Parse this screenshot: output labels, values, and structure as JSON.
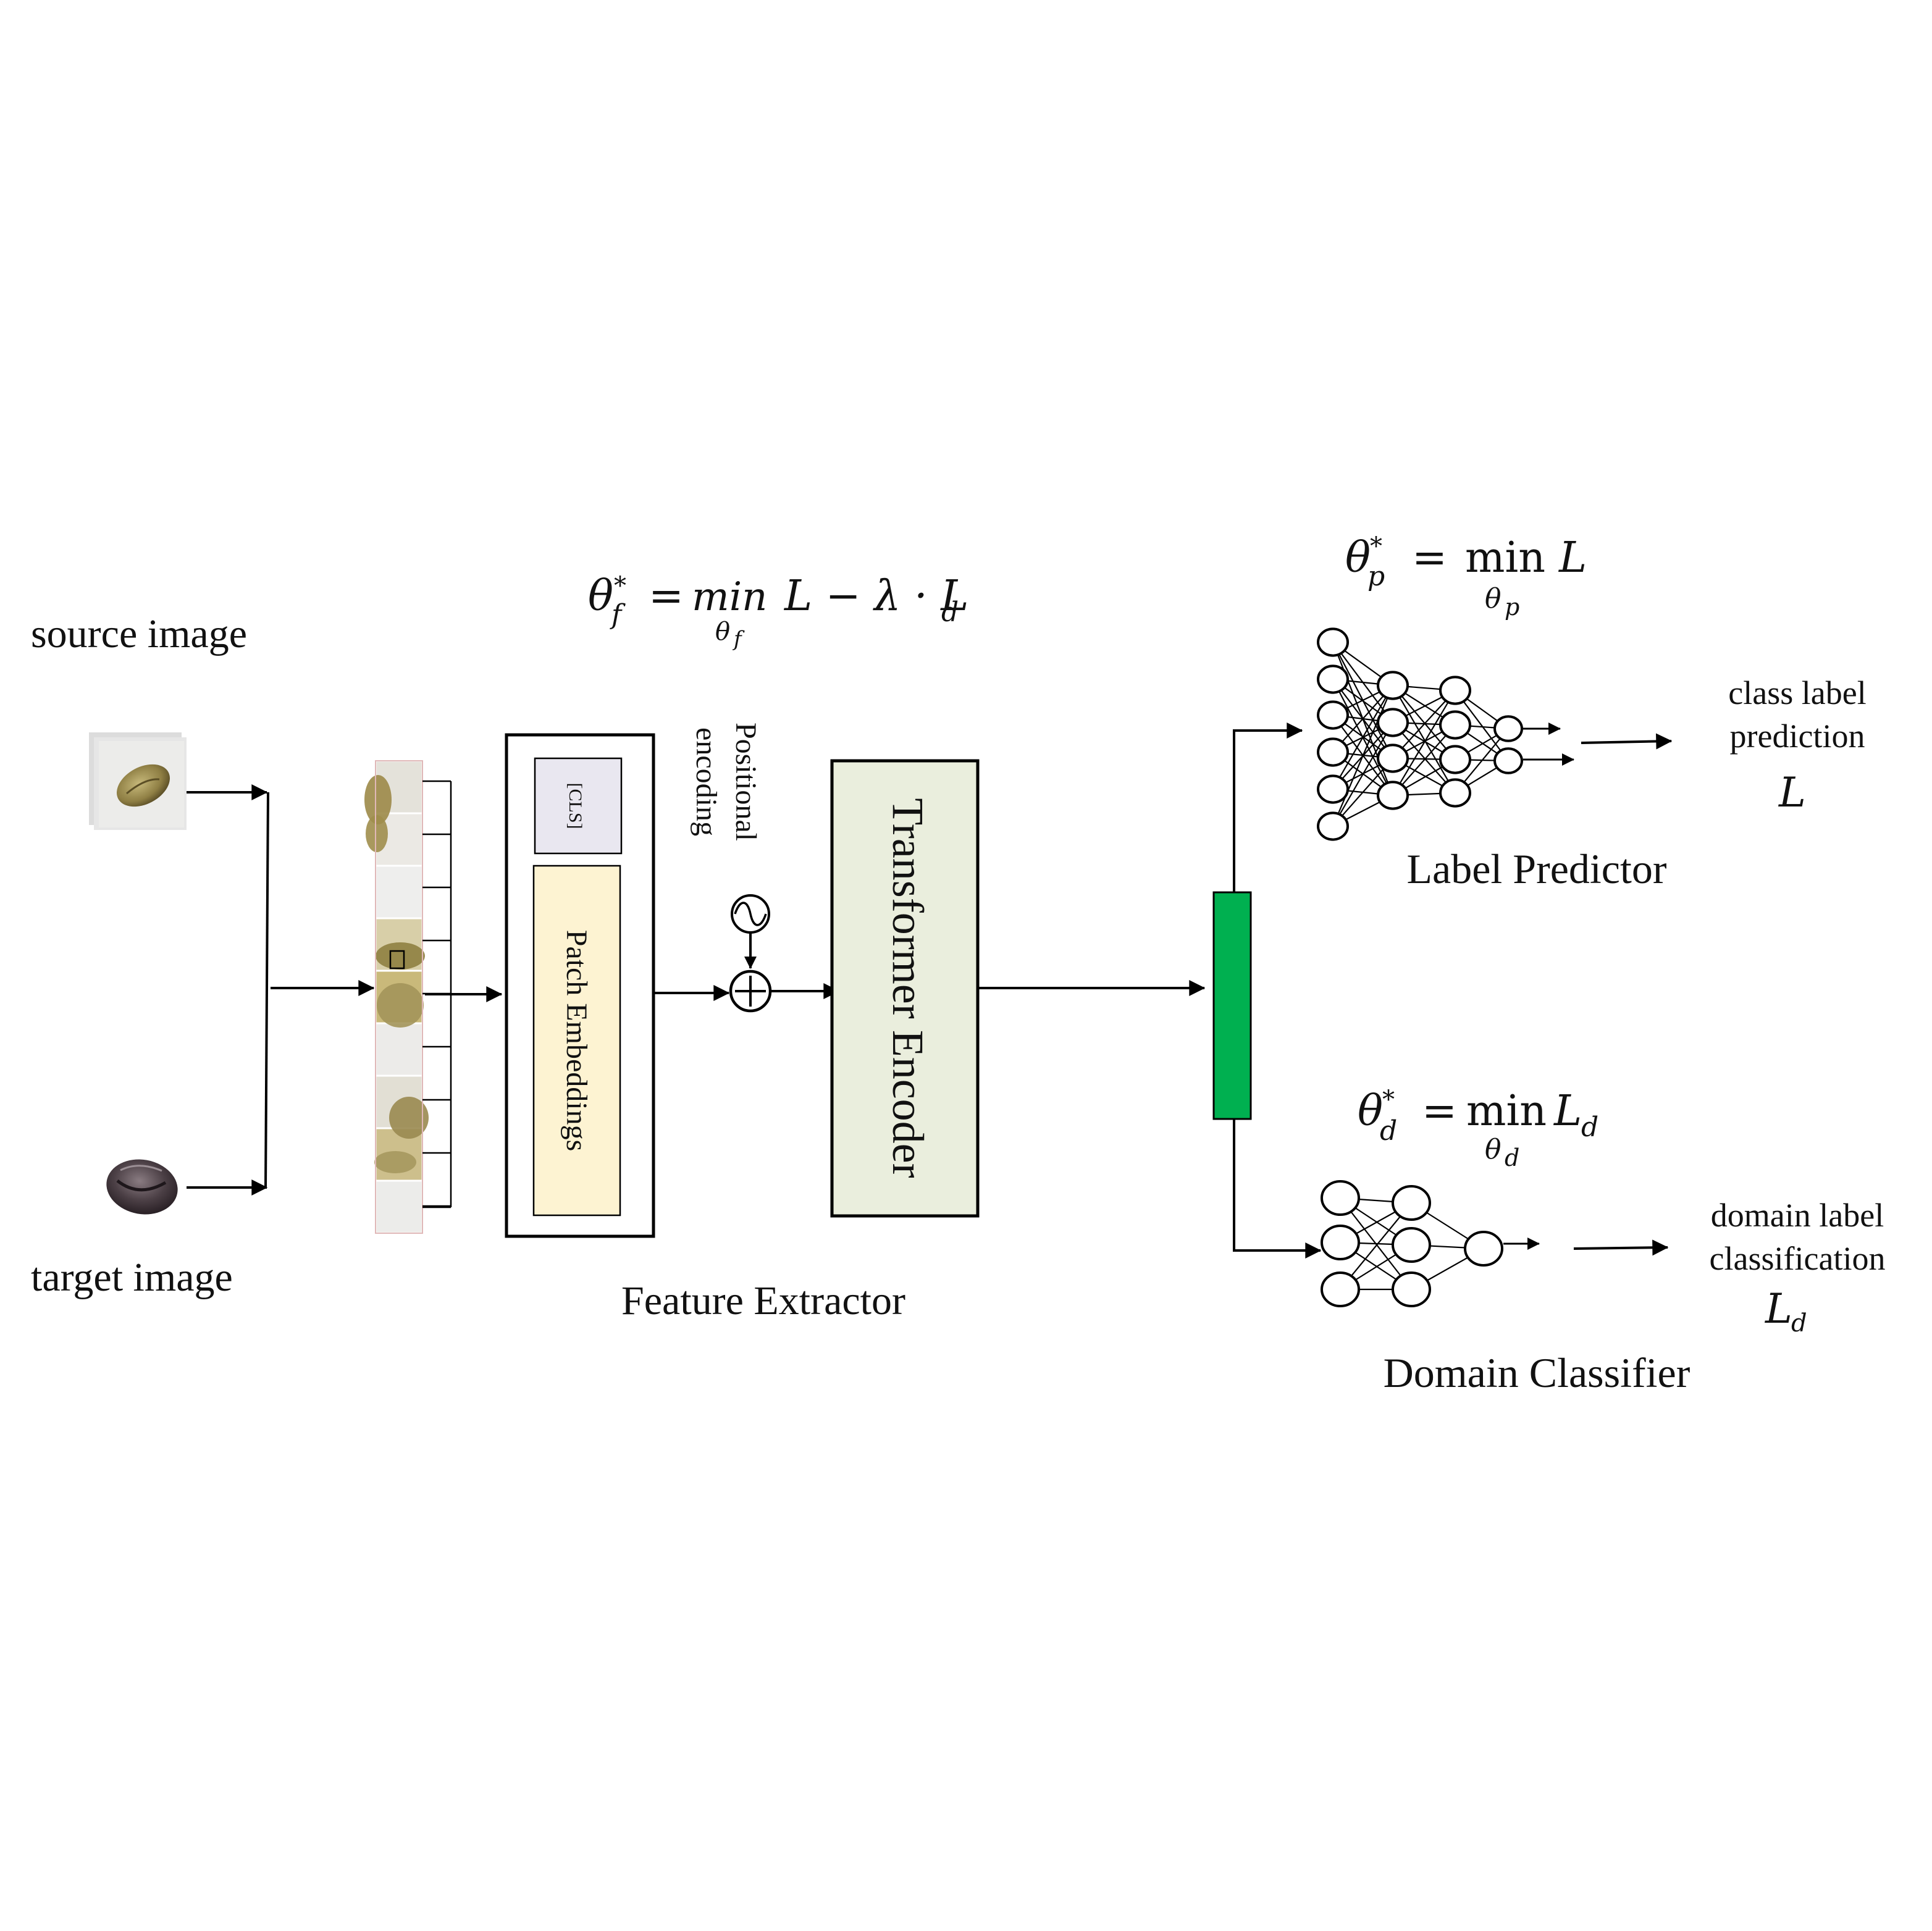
{
  "labels": {
    "source_image": "source image",
    "target_image": "target image",
    "cls_token": "[CLS]",
    "patch_embeddings": "Patch Embeddings",
    "positional_encoding_line1": "Positional",
    "positional_encoding_line2": "encoding",
    "transformer_encoder": "Transformer Encoder",
    "feature_extractor": "Feature Extractor",
    "label_predictor": "Label Predictor",
    "domain_classifier": "Domain Classifier",
    "class_output_line1": "class label",
    "class_output_line2": "prediction",
    "class_output_symbol": "L",
    "domain_output_line1": "domain label",
    "domain_output_line2": "classification",
    "domain_output_symbol": "L",
    "domain_output_symbol_sub": "d"
  },
  "equations": {
    "feature": {
      "theta": "θ",
      "sup": "*",
      "sub": "f",
      "eq": "=",
      "op": "min",
      "op_sub_theta": "θ",
      "op_sub": "f",
      "rhs_1": "L − λ · L",
      "rhs_sub": "d"
    },
    "predictor": {
      "theta": "θ",
      "sup": "*",
      "sub": "p",
      "eq": "=",
      "op": "min",
      "op_sub_theta": "θ",
      "op_sub": "p",
      "rhs": "L"
    },
    "domain": {
      "theta": "θ",
      "sup": "*",
      "sub": "d",
      "eq": "=",
      "op": "min",
      "op_sub_theta": "θ",
      "op_sub": "d",
      "rhs": "L",
      "rhs_sub": "d"
    }
  },
  "colors": {
    "cls_box": "#e9e7f0",
    "patch_box": "#fdf3d2",
    "transformer_box": "#eaeedd",
    "feature_bar": "#00b050",
    "source_bean": "#9a8a4e",
    "target_bean": "#4a3f44",
    "patch_bg": "#e8e8e6"
  },
  "icons": {
    "add": "circle-plus-icon",
    "sine": "sine-wave-icon"
  }
}
